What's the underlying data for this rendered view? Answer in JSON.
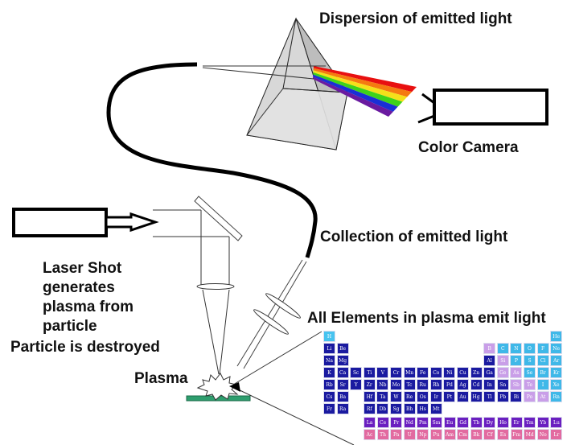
{
  "labels": {
    "dispersion": "Dispersion of emitted light",
    "camera": "Color Camera",
    "collection": "Collection of emitted light",
    "laser_lines": [
      "Laser Shot",
      "generates",
      "plasma from",
      "particle"
    ],
    "destroyed": "Particle is destroyed",
    "plasma": "Plasma",
    "elements": "All Elements in plasma emit light"
  },
  "colors": {
    "metal": "#1a1aa0",
    "metalloid": "#c99ee8",
    "nonmetal": "#3fb8e8",
    "hydrogen": "#47c3ef",
    "lanthanide": "#6a1fc0",
    "actinide": "#e26aa0",
    "substrate": "#2e9e6e",
    "spectrum": [
      "#e81010",
      "#f57a10",
      "#f5e01a",
      "#3ed21a",
      "#1a2fd6",
      "#6a1aa0"
    ]
  },
  "periodic_table": [
    {
      "s": "H",
      "r": 0,
      "c": 0,
      "t": "hydrogen"
    },
    {
      "s": "He",
      "r": 0,
      "c": 17,
      "t": "nonmetal"
    },
    {
      "s": "Li",
      "r": 1,
      "c": 0,
      "t": "metal"
    },
    {
      "s": "Be",
      "r": 1,
      "c": 1,
      "t": "metal"
    },
    {
      "s": "B",
      "r": 1,
      "c": 12,
      "t": "metalloid"
    },
    {
      "s": "C",
      "r": 1,
      "c": 13,
      "t": "nonmetal"
    },
    {
      "s": "N",
      "r": 1,
      "c": 14,
      "t": "nonmetal"
    },
    {
      "s": "O",
      "r": 1,
      "c": 15,
      "t": "nonmetal"
    },
    {
      "s": "F",
      "r": 1,
      "c": 16,
      "t": "nonmetal"
    },
    {
      "s": "Ne",
      "r": 1,
      "c": 17,
      "t": "nonmetal"
    },
    {
      "s": "Na",
      "r": 2,
      "c": 0,
      "t": "metal"
    },
    {
      "s": "Mg",
      "r": 2,
      "c": 1,
      "t": "metal"
    },
    {
      "s": "Al",
      "r": 2,
      "c": 12,
      "t": "metal"
    },
    {
      "s": "Si",
      "r": 2,
      "c": 13,
      "t": "metalloid"
    },
    {
      "s": "P",
      "r": 2,
      "c": 14,
      "t": "nonmetal"
    },
    {
      "s": "S",
      "r": 2,
      "c": 15,
      "t": "nonmetal"
    },
    {
      "s": "Cl",
      "r": 2,
      "c": 16,
      "t": "nonmetal"
    },
    {
      "s": "Ar",
      "r": 2,
      "c": 17,
      "t": "nonmetal"
    },
    {
      "s": "K",
      "r": 3,
      "c": 0,
      "t": "metal"
    },
    {
      "s": "Ca",
      "r": 3,
      "c": 1,
      "t": "metal"
    },
    {
      "s": "Sc",
      "r": 3,
      "c": 2,
      "t": "metal"
    },
    {
      "s": "Ti",
      "r": 3,
      "c": 3,
      "t": "metal"
    },
    {
      "s": "V",
      "r": 3,
      "c": 4,
      "t": "metal"
    },
    {
      "s": "Cr",
      "r": 3,
      "c": 5,
      "t": "metal"
    },
    {
      "s": "Mn",
      "r": 3,
      "c": 6,
      "t": "metal"
    },
    {
      "s": "Fe",
      "r": 3,
      "c": 7,
      "t": "metal"
    },
    {
      "s": "Co",
      "r": 3,
      "c": 8,
      "t": "metal"
    },
    {
      "s": "Ni",
      "r": 3,
      "c": 9,
      "t": "metal"
    },
    {
      "s": "Cu",
      "r": 3,
      "c": 10,
      "t": "metal"
    },
    {
      "s": "Zn",
      "r": 3,
      "c": 11,
      "t": "metal"
    },
    {
      "s": "Ga",
      "r": 3,
      "c": 12,
      "t": "metal"
    },
    {
      "s": "Ge",
      "r": 3,
      "c": 13,
      "t": "metalloid"
    },
    {
      "s": "As",
      "r": 3,
      "c": 14,
      "t": "metalloid"
    },
    {
      "s": "Se",
      "r": 3,
      "c": 15,
      "t": "nonmetal"
    },
    {
      "s": "Br",
      "r": 3,
      "c": 16,
      "t": "nonmetal"
    },
    {
      "s": "Kr",
      "r": 3,
      "c": 17,
      "t": "nonmetal"
    },
    {
      "s": "Rb",
      "r": 4,
      "c": 0,
      "t": "metal"
    },
    {
      "s": "Sr",
      "r": 4,
      "c": 1,
      "t": "metal"
    },
    {
      "s": "Y",
      "r": 4,
      "c": 2,
      "t": "metal"
    },
    {
      "s": "Zr",
      "r": 4,
      "c": 3,
      "t": "metal"
    },
    {
      "s": "Nb",
      "r": 4,
      "c": 4,
      "t": "metal"
    },
    {
      "s": "Mo",
      "r": 4,
      "c": 5,
      "t": "metal"
    },
    {
      "s": "Tc",
      "r": 4,
      "c": 6,
      "t": "metal"
    },
    {
      "s": "Ru",
      "r": 4,
      "c": 7,
      "t": "metal"
    },
    {
      "s": "Rh",
      "r": 4,
      "c": 8,
      "t": "metal"
    },
    {
      "s": "Pd",
      "r": 4,
      "c": 9,
      "t": "metal"
    },
    {
      "s": "Ag",
      "r": 4,
      "c": 10,
      "t": "metal"
    },
    {
      "s": "Cd",
      "r": 4,
      "c": 11,
      "t": "metal"
    },
    {
      "s": "In",
      "r": 4,
      "c": 12,
      "t": "metal"
    },
    {
      "s": "Sn",
      "r": 4,
      "c": 13,
      "t": "metal"
    },
    {
      "s": "Sb",
      "r": 4,
      "c": 14,
      "t": "metalloid"
    },
    {
      "s": "Te",
      "r": 4,
      "c": 15,
      "t": "metalloid"
    },
    {
      "s": "I",
      "r": 4,
      "c": 16,
      "t": "nonmetal"
    },
    {
      "s": "Xe",
      "r": 4,
      "c": 17,
      "t": "nonmetal"
    },
    {
      "s": "Cs",
      "r": 5,
      "c": 0,
      "t": "metal"
    },
    {
      "s": "Ba",
      "r": 5,
      "c": 1,
      "t": "metal"
    },
    {
      "s": "Hf",
      "r": 5,
      "c": 3,
      "t": "metal"
    },
    {
      "s": "Ta",
      "r": 5,
      "c": 4,
      "t": "metal"
    },
    {
      "s": "W",
      "r": 5,
      "c": 5,
      "t": "metal"
    },
    {
      "s": "Re",
      "r": 5,
      "c": 6,
      "t": "metal"
    },
    {
      "s": "Os",
      "r": 5,
      "c": 7,
      "t": "metal"
    },
    {
      "s": "Ir",
      "r": 5,
      "c": 8,
      "t": "metal"
    },
    {
      "s": "Pt",
      "r": 5,
      "c": 9,
      "t": "metal"
    },
    {
      "s": "Au",
      "r": 5,
      "c": 10,
      "t": "metal"
    },
    {
      "s": "Hg",
      "r": 5,
      "c": 11,
      "t": "metal"
    },
    {
      "s": "Tl",
      "r": 5,
      "c": 12,
      "t": "metal"
    },
    {
      "s": "Pb",
      "r": 5,
      "c": 13,
      "t": "metal"
    },
    {
      "s": "Bi",
      "r": 5,
      "c": 14,
      "t": "metal"
    },
    {
      "s": "Po",
      "r": 5,
      "c": 15,
      "t": "metalloid"
    },
    {
      "s": "At",
      "r": 5,
      "c": 16,
      "t": "metalloid"
    },
    {
      "s": "Rn",
      "r": 5,
      "c": 17,
      "t": "nonmetal"
    },
    {
      "s": "Fr",
      "r": 6,
      "c": 0,
      "t": "metal"
    },
    {
      "s": "Ra",
      "r": 6,
      "c": 1,
      "t": "metal"
    },
    {
      "s": "Rf",
      "r": 6,
      "c": 3,
      "t": "metal"
    },
    {
      "s": "Db",
      "r": 6,
      "c": 4,
      "t": "metal"
    },
    {
      "s": "Sg",
      "r": 6,
      "c": 5,
      "t": "metal"
    },
    {
      "s": "Bh",
      "r": 6,
      "c": 6,
      "t": "metal"
    },
    {
      "s": "Hs",
      "r": 6,
      "c": 7,
      "t": "metal"
    },
    {
      "s": "Mt",
      "r": 6,
      "c": 8,
      "t": "metal"
    }
  ],
  "f_block": {
    "lanthanides": [
      "La",
      "Ce",
      "Pr",
      "Nd",
      "Pm",
      "Sm",
      "Eu",
      "Gd",
      "Tb",
      "Dy",
      "Ho",
      "Er",
      "Tm",
      "Yb",
      "Lu"
    ],
    "actinides": [
      "Ac",
      "Th",
      "Pa",
      "U",
      "Np",
      "Pu",
      "Am",
      "Cm",
      "Bk",
      "Cf",
      "Es",
      "Fm",
      "Md",
      "No",
      "Lr"
    ]
  }
}
